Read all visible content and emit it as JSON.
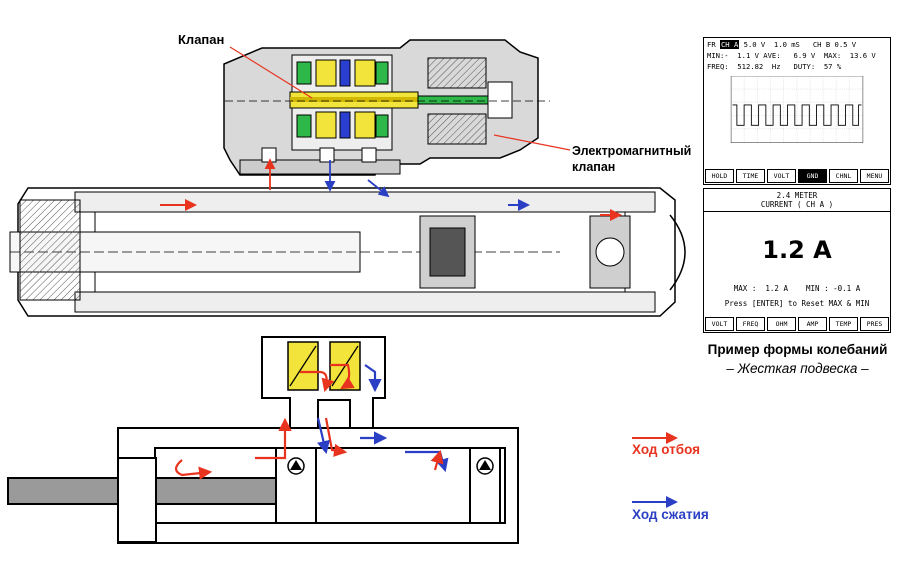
{
  "labels": {
    "valve": "Клапан",
    "solenoid_line1": "Электромагнитный",
    "solenoid_line2": "клапан",
    "rebound_stroke": "Ход отбоя",
    "compression_stroke": "Ход сжатия",
    "caption_line1": "Пример формы колебаний",
    "caption_line2": "– Жесткая подвеска –"
  },
  "scope": {
    "row1_a": "FR ",
    "row1_hl": "CH A",
    "row1_b": " 5.0 V  1.0 mS   CH B 0.5 V",
    "row2": "MIN:-  1.1 V AVE:   6.9 V  MAX:  13.6 V",
    "row3": "FREQ:  512.82  Hz   DUTY:  57 %",
    "buttons": [
      "HOLD",
      "TIME",
      "VOLT",
      "GND",
      "CHNL",
      "MENU"
    ],
    "selected_button": "GND"
  },
  "meter": {
    "title": "2.4 METER",
    "subtitle": "CURRENT ( CH A )",
    "value": "1.2 A",
    "max_min": "MAX :  1.2 A    MIN : -0.1 A",
    "reset": "Press [ENTER] to Reset MAX & MIN",
    "buttons": [
      "VOLT",
      "FREQ",
      "OHM",
      "AMP",
      "TEMP",
      "PRES"
    ]
  },
  "colors": {
    "rebound_arrow": "#e8331f",
    "compression_arrow": "#2b3fc4",
    "valve_yellow": "#f2e43a",
    "valve_green": "#2fb84a",
    "valve_blue": "#2a3fd0",
    "body_gray": "#c8c8c8"
  }
}
